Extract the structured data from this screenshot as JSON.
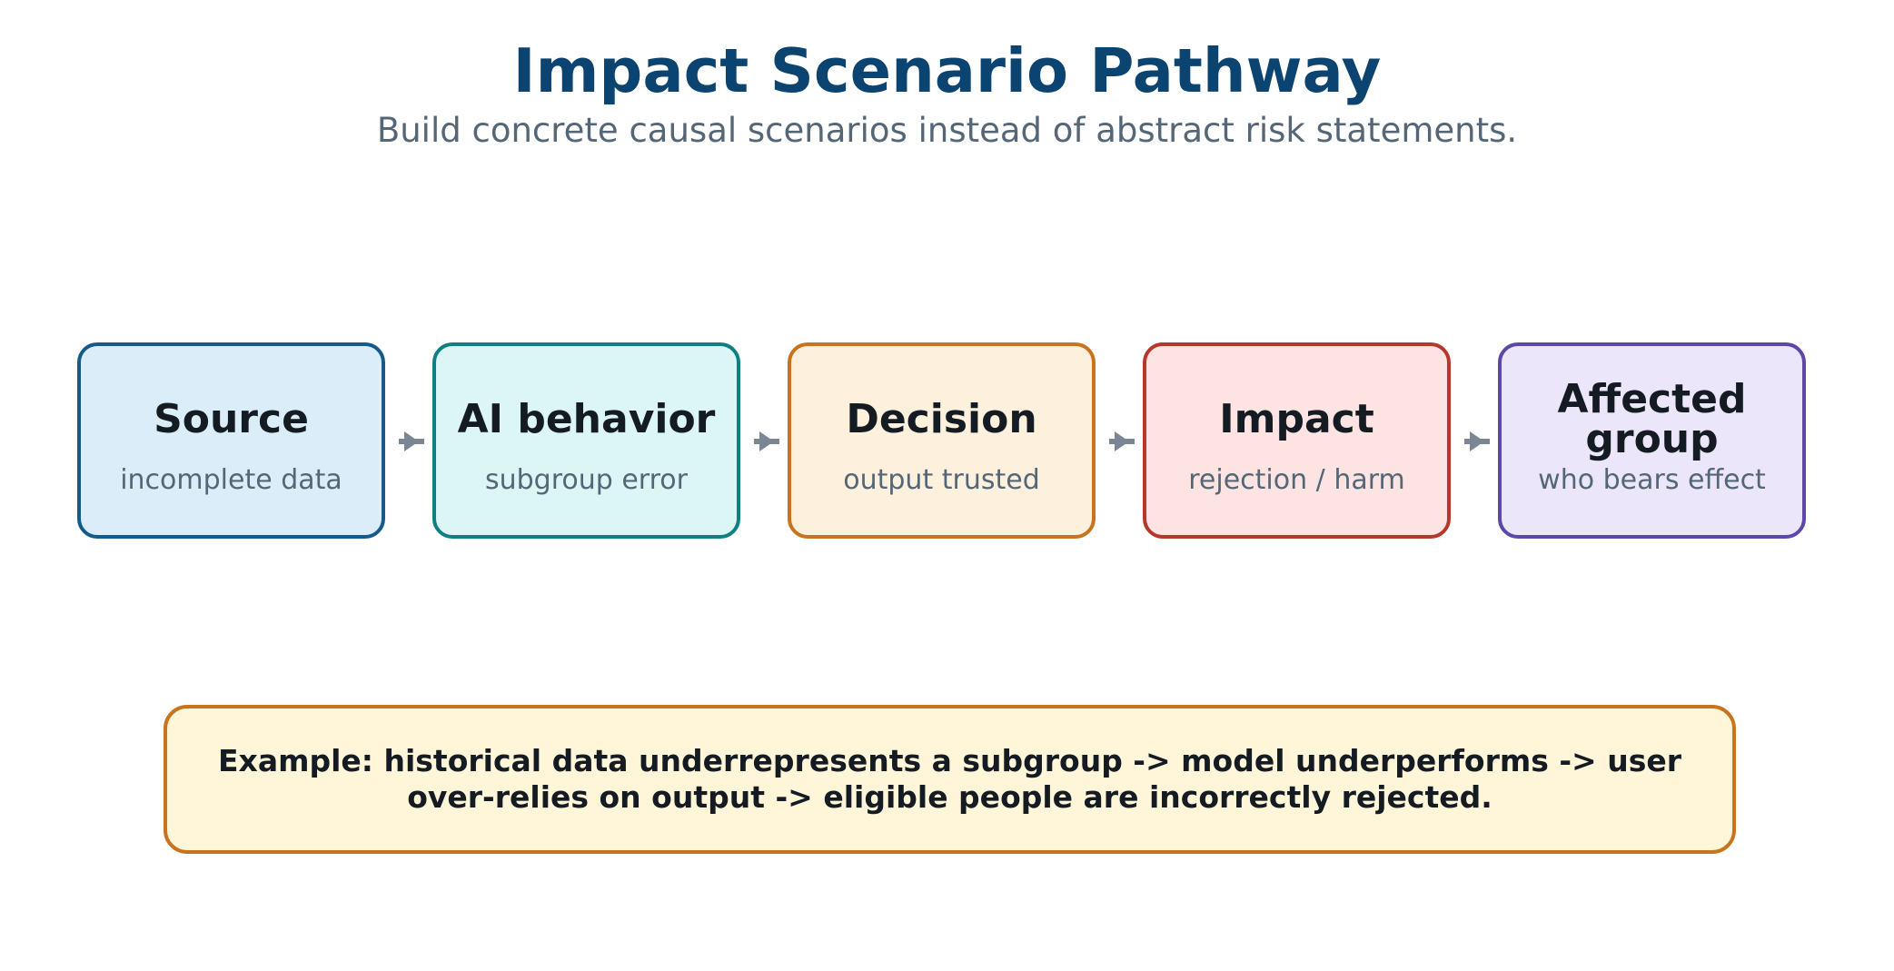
{
  "header": {
    "title": "Impact Scenario Pathway",
    "subtitle": "Build concrete causal scenarios instead of abstract risk statements."
  },
  "stages": [
    {
      "title": "Source",
      "subtitle": "incomplete data",
      "border": "#165a8c",
      "fill": "#dcedfa"
    },
    {
      "title": "AI behavior",
      "subtitle": "subgroup error",
      "border": "#0f7f84",
      "fill": "#dcf5f5"
    },
    {
      "title": "Decision",
      "subtitle": "output trusted",
      "border": "#c8731e",
      "fill": "#fdf0dc"
    },
    {
      "title": "Impact",
      "subtitle": "rejection / harm",
      "border": "#b8372b",
      "fill": "#fde4e2"
    },
    {
      "title": "Affected group",
      "subtitle": "who bears effect",
      "border": "#5e47a6",
      "fill": "#ece6fb"
    }
  ],
  "arrow_color": "#7a8694",
  "example": {
    "text": "Example: historical data underrepresents a subgroup -> model underperforms -> user over-relies on output -> eligible people are incorrectly rejected."
  }
}
